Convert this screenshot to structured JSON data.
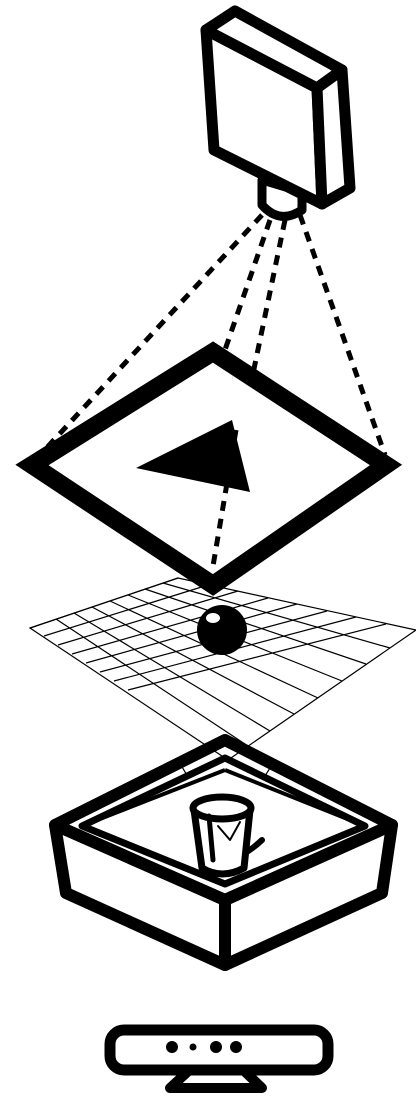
{
  "colors": {
    "background": "#ffffff",
    "ink": "#000000",
    "highlight": "#ffffff"
  },
  "diagram": {
    "components": [
      {
        "name": "projector-icon"
      },
      {
        "name": "projection-rays"
      },
      {
        "name": "projected-frame-with-triangle"
      },
      {
        "name": "perspective-grid-plane"
      },
      {
        "name": "sphere-icon"
      },
      {
        "name": "open-box-icon"
      },
      {
        "name": "bucket-icon"
      },
      {
        "name": "sensor-bar-icon"
      }
    ]
  }
}
